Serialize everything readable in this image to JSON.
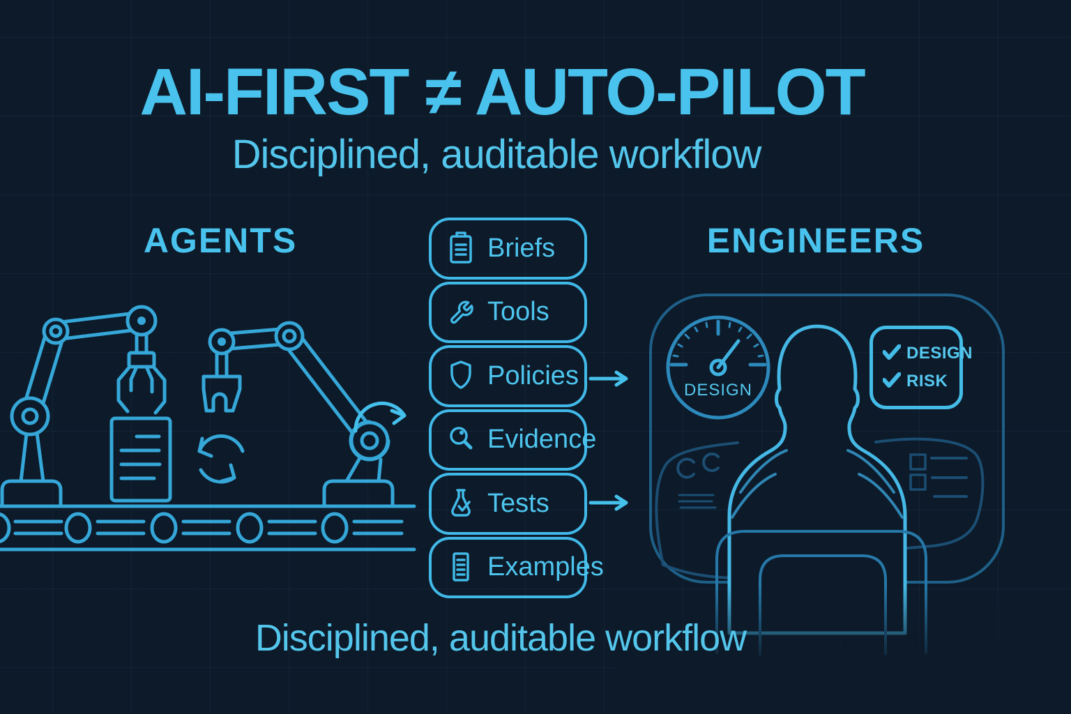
{
  "header": {
    "title": "AI-FIRST ≠ AUTO-PILOT",
    "subtitle": "Disciplined, auditable workflow"
  },
  "sections": {
    "agents_label": "AGENTS",
    "engineers_label": "ENGINEERS"
  },
  "pipeline": {
    "items": [
      {
        "label": "Briefs",
        "icon": "clipboard-icon"
      },
      {
        "label": "Tools",
        "icon": "wrench-icon"
      },
      {
        "label": "Policies",
        "icon": "shield-icon"
      },
      {
        "label": "Evidence",
        "icon": "magnifier-icon"
      },
      {
        "label": "Tests",
        "icon": "flask-icon"
      },
      {
        "label": "Examples",
        "icon": "document-icon"
      }
    ]
  },
  "engineers_console": {
    "gauge_label": "DESIGN",
    "checklist": [
      {
        "icon": "check-icon",
        "label": "DESIGN"
      },
      {
        "icon": "check-icon",
        "label": "RISK"
      }
    ]
  },
  "footer": {
    "caption": "Disciplined, auditable workflow"
  },
  "colors": {
    "background": "#0d1a29",
    "line_bright": "#45c0ec",
    "line_medium": "#2578a8",
    "line_dark": "#1b4e72",
    "text_cyan": "#4ec5ee"
  }
}
